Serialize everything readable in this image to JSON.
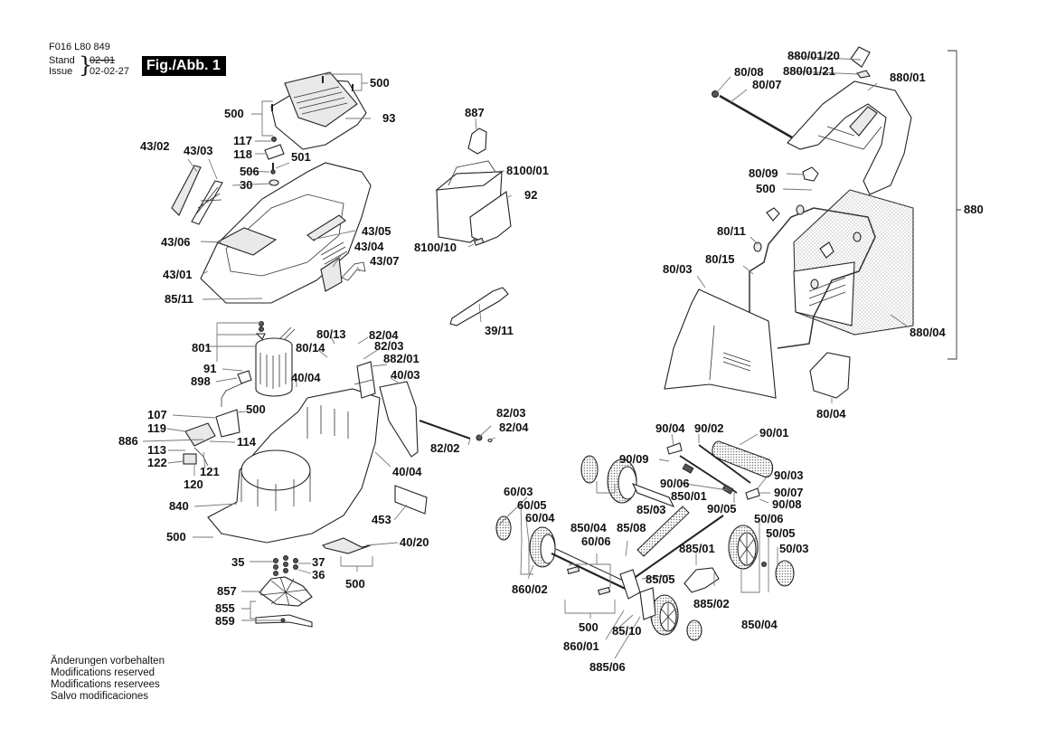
{
  "header": {
    "document_number": "F016 L80 849",
    "stand_label": "Stand",
    "issue_label": "Issue",
    "stand_value_struck": "02-01",
    "issue_value": "02-02-27",
    "figure_badge": "Fig./Abb. 1"
  },
  "footer": {
    "lines": [
      "Änderungen vorbehalten",
      "Modifications reserved",
      "Modifications reservees",
      "Salvo modificaciones"
    ]
  },
  "callouts": {
    "housing": [
      "500",
      "500",
      "93",
      "117",
      "118",
      "501",
      "506",
      "30",
      "43/02",
      "43/03",
      "43/05",
      "43/06",
      "43/04",
      "43/07",
      "43/01",
      "85/11"
    ],
    "battery": [
      "887",
      "8100/01",
      "92",
      "8100/10",
      "39/11"
    ],
    "motor": [
      "801",
      "91",
      "898",
      "80/13",
      "80/14",
      "82/04",
      "82/03",
      "882/01",
      "40/03",
      "40/04",
      "40/04"
    ],
    "electronics": [
      "107",
      "500",
      "119",
      "886",
      "113",
      "114",
      "122",
      "121",
      "120"
    ],
    "deck": [
      "840",
      "500",
      "453",
      "40/20",
      "500",
      "35",
      "37",
      "36",
      "857",
      "855",
      "859"
    ],
    "flap": [
      "82/03",
      "82/04",
      "82/02"
    ],
    "grass_box": [
      "880/01/20",
      "880/01/21",
      "80/08",
      "80/07",
      "880/01",
      "80/09",
      "500",
      "880",
      "80/11",
      "80/15",
      "80/03",
      "880/04",
      "80/04"
    ],
    "roller": [
      "90/04",
      "90/02",
      "90/01",
      "90/09",
      "90/03",
      "90/06",
      "850/01",
      "90/07",
      "90/05",
      "90/08"
    ],
    "wheels": [
      "60/03",
      "60/05",
      "60/04",
      "850/04",
      "85/08",
      "85/03",
      "60/06",
      "50/06",
      "50/05",
      "50/03",
      "860/02",
      "885/01",
      "85/05",
      "885/02",
      "500",
      "85/10",
      "860/01",
      "850/04",
      "885/06"
    ]
  }
}
